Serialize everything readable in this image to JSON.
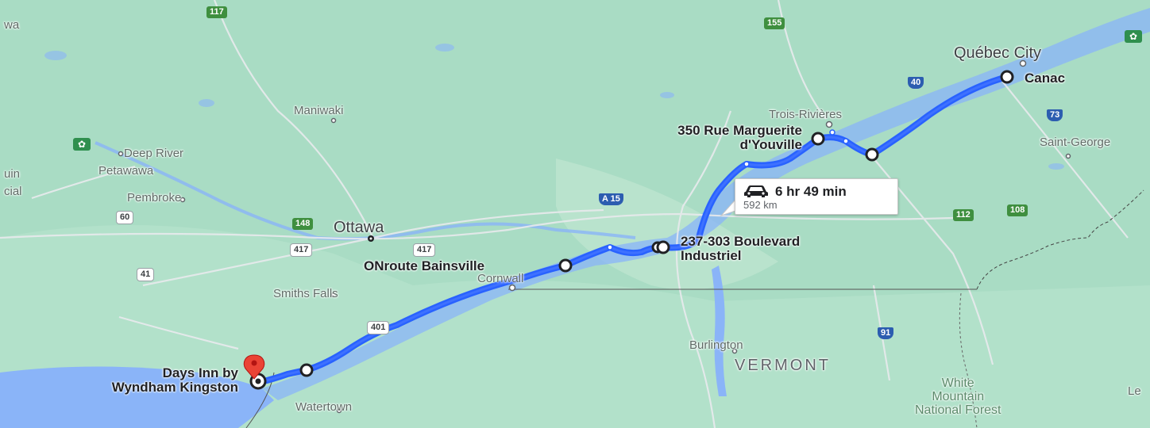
{
  "route": {
    "duration": "6 hr 49 min",
    "distance": "592 km",
    "vehicle_icon": "car-icon",
    "route_color": "#2962ff"
  },
  "waypoints": {
    "start_line1": "Days Inn by",
    "start_line2": "Wyndham Kingston",
    "bainsville": "ONroute Bainsville",
    "boulevard_line1": "237-303 Boulevard",
    "boulevard_line2": "Industriel",
    "youville_line1": "350 Rue Marguerite",
    "youville_line2": "d'Youville",
    "canac": "Canac"
  },
  "places": {
    "quebec": "Québec City",
    "trois": "Trois-Rivières",
    "ottawa": "Ottawa",
    "maniwaki": "Maniwaki",
    "deep_river": "Deep River",
    "petawawa": "Petawawa",
    "pembroke": "Pembroke",
    "smiths_falls": "Smiths Falls",
    "cornwall": "Cornwall",
    "burlington": "Burlington",
    "vermont": "VERMONT",
    "watertown": "Watertown",
    "saint_george": "Saint-George",
    "white_mountain": "White\nMountain\nNational Forest",
    "edge_wa": "wa",
    "edge_uin": "uin",
    "edge_cial": "cial",
    "edge_le": "Le"
  },
  "roads": {
    "r117": "117",
    "r155": "155",
    "r40": "40",
    "r73": "73",
    "a15": "A 15",
    "r148": "148",
    "r417a": "417",
    "r417b": "417",
    "r60": "60",
    "r41": "41",
    "r401": "401",
    "r112": "112",
    "r108": "108",
    "r91": "91"
  },
  "colors": {
    "land": "#a8dcc3",
    "water": "#8ab4f8",
    "pin": "#ea4335"
  }
}
